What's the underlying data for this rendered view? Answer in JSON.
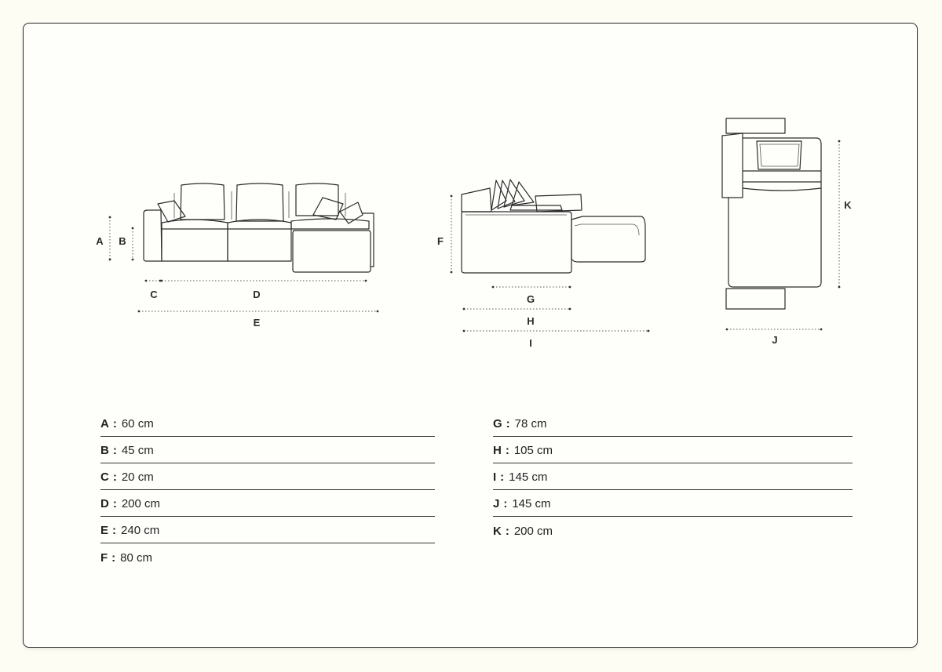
{
  "labels": {
    "A": "A",
    "B": "B",
    "C": "C",
    "D": "D",
    "E": "E",
    "F": "F",
    "G": "G",
    "H": "H",
    "I": "I",
    "J": "J",
    "K": "K"
  },
  "specs_left": [
    {
      "key": "A",
      "value": "60 cm"
    },
    {
      "key": "B",
      "value": "45 cm"
    },
    {
      "key": "C",
      "value": "20 cm"
    },
    {
      "key": "D",
      "value": "200 cm"
    },
    {
      "key": "E",
      "value": "240 cm"
    },
    {
      "key": "F",
      "value": "80 cm"
    }
  ],
  "specs_right": [
    {
      "key": "G",
      "value": "78 cm"
    },
    {
      "key": "H",
      "value": "105 cm"
    },
    {
      "key": "I",
      "value": "145 cm"
    },
    {
      "key": "J",
      "value": "145 cm"
    },
    {
      "key": "K",
      "value": "200 cm"
    }
  ],
  "separator": ":",
  "colors": {
    "background": "#fdfdf4",
    "card": "#fefefb",
    "line": "#2a2a2a"
  }
}
